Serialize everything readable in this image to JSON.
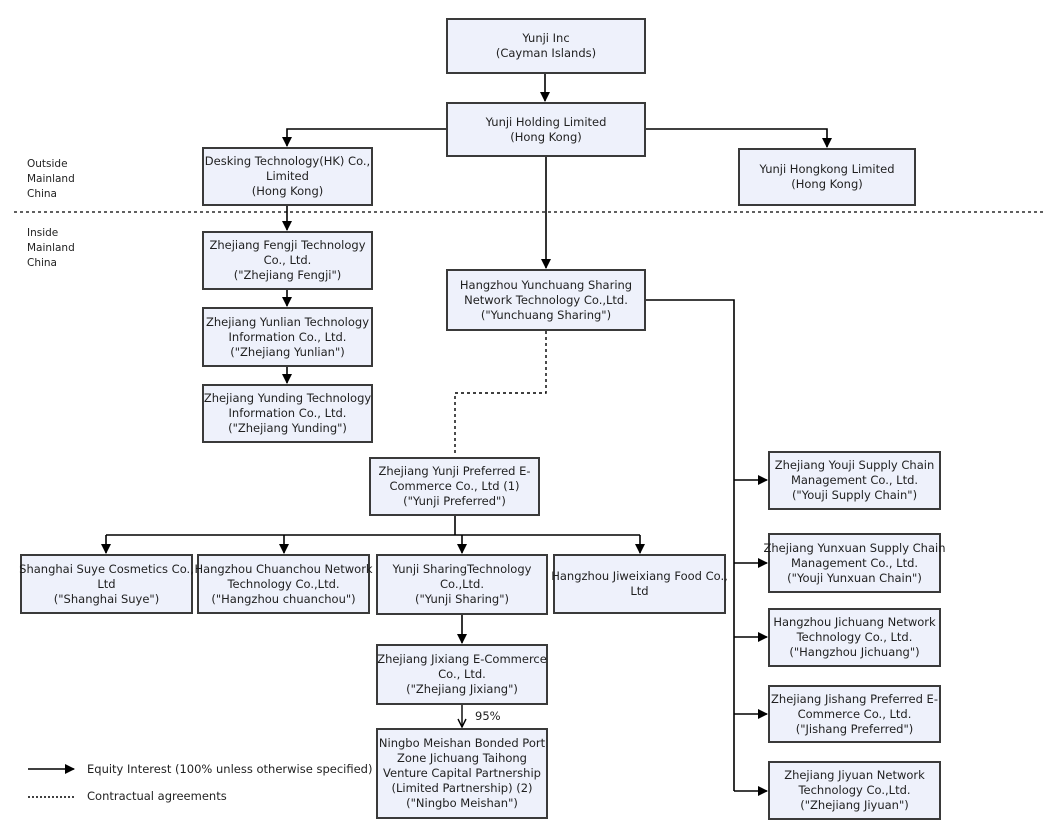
{
  "regions": {
    "outside": [
      "Outside",
      "Mainland",
      "China"
    ],
    "inside": [
      "Inside",
      "Mainland",
      "China"
    ]
  },
  "entities": {
    "yunji_inc": [
      "Yunji Inc",
      "(Cayman Islands)"
    ],
    "yunji_holding": [
      "Yunji Holding Limited",
      "(Hong Kong)"
    ],
    "desking": [
      "Desking Technology(HK) Co.,",
      "Limited",
      "(Hong Kong)"
    ],
    "yunji_hongkong": [
      "Yunji Hongkong Limited",
      "(Hong Kong)"
    ],
    "fengji": [
      "Zhejiang Fengji Technology",
      "Co., Ltd.",
      "(\"Zhejiang Fengji\")"
    ],
    "yunlian": [
      "Zhejiang Yunlian Technology",
      "Information Co., Ltd.",
      "(\"Zhejiang Yunlian\")"
    ],
    "yunding": [
      "Zhejiang Yunding Technology",
      "Information Co., Ltd.",
      "(\"Zhejiang Yunding\")"
    ],
    "yunchuang": [
      "Hangzhou Yunchuang Sharing",
      "Network Technology Co.,Ltd.",
      "(\"Yunchuang Sharing\")"
    ],
    "yunji_preferred": [
      "Zhejiang Yunji Preferred E-",
      "Commerce Co., Ltd (1)",
      "(\"Yunji Preferred\")"
    ],
    "suye": [
      "Shanghai Suye Cosmetics Co.,",
      "Ltd",
      "(\"Shanghai Suye\")"
    ],
    "chuanchou": [
      "Hangzhou Chuanchou Network",
      "Technology Co.,Ltd.",
      "(\"Hangzhou chuanchou\")"
    ],
    "yunji_sharing": [
      "Yunji SharingTechnology",
      "Co.,Ltd.",
      "(\"Yunji Sharing\")"
    ],
    "jiweixiang": [
      "Hangzhou Jiweixiang Food Co.,",
      "Ltd"
    ],
    "jixiang": [
      "Zhejiang Jixiang E-Commerce",
      "Co., Ltd.",
      "(\"Zhejiang Jixiang\")"
    ],
    "ningbo": [
      "Ningbo Meishan Bonded Port",
      "Zone Jichuang Taihong",
      "Venture Capital Partnership",
      "(Limited Partnership) (2)",
      "(\"Ningbo Meishan\")"
    ],
    "youji": [
      "Zhejiang Youji Supply Chain",
      "Management Co., Ltd.",
      "(\"Youji Supply Chain\")"
    ],
    "yunxuan": [
      "Zhejiang Yunxuan Supply Chain",
      "Management Co., Ltd.",
      "(\"Youji Yunxuan Chain\")"
    ],
    "jichuang": [
      "Hangzhou Jichuang Network",
      "Technology Co., Ltd.",
      "(\"Hangzhou Jichuang\")"
    ],
    "jishang": [
      "Zhejiang Jishang Preferred E-",
      "Commerce Co., Ltd.",
      "(\"Jishang Preferred\")"
    ],
    "jiyuan": [
      "Zhejiang Jiyuan Network",
      "Technology Co.,Ltd.",
      "(\"Zhejiang Jiyuan\")"
    ]
  },
  "edge_labels": {
    "jixiang_to_ningbo": "95%"
  },
  "legend": {
    "equity": "Equity Interest (100% unless otherwise specified)",
    "contractual": "Contractual agreements"
  },
  "colors": {
    "box_fill": "#eef1fb",
    "box_border": "#3a3a3a",
    "line": "#000000"
  }
}
